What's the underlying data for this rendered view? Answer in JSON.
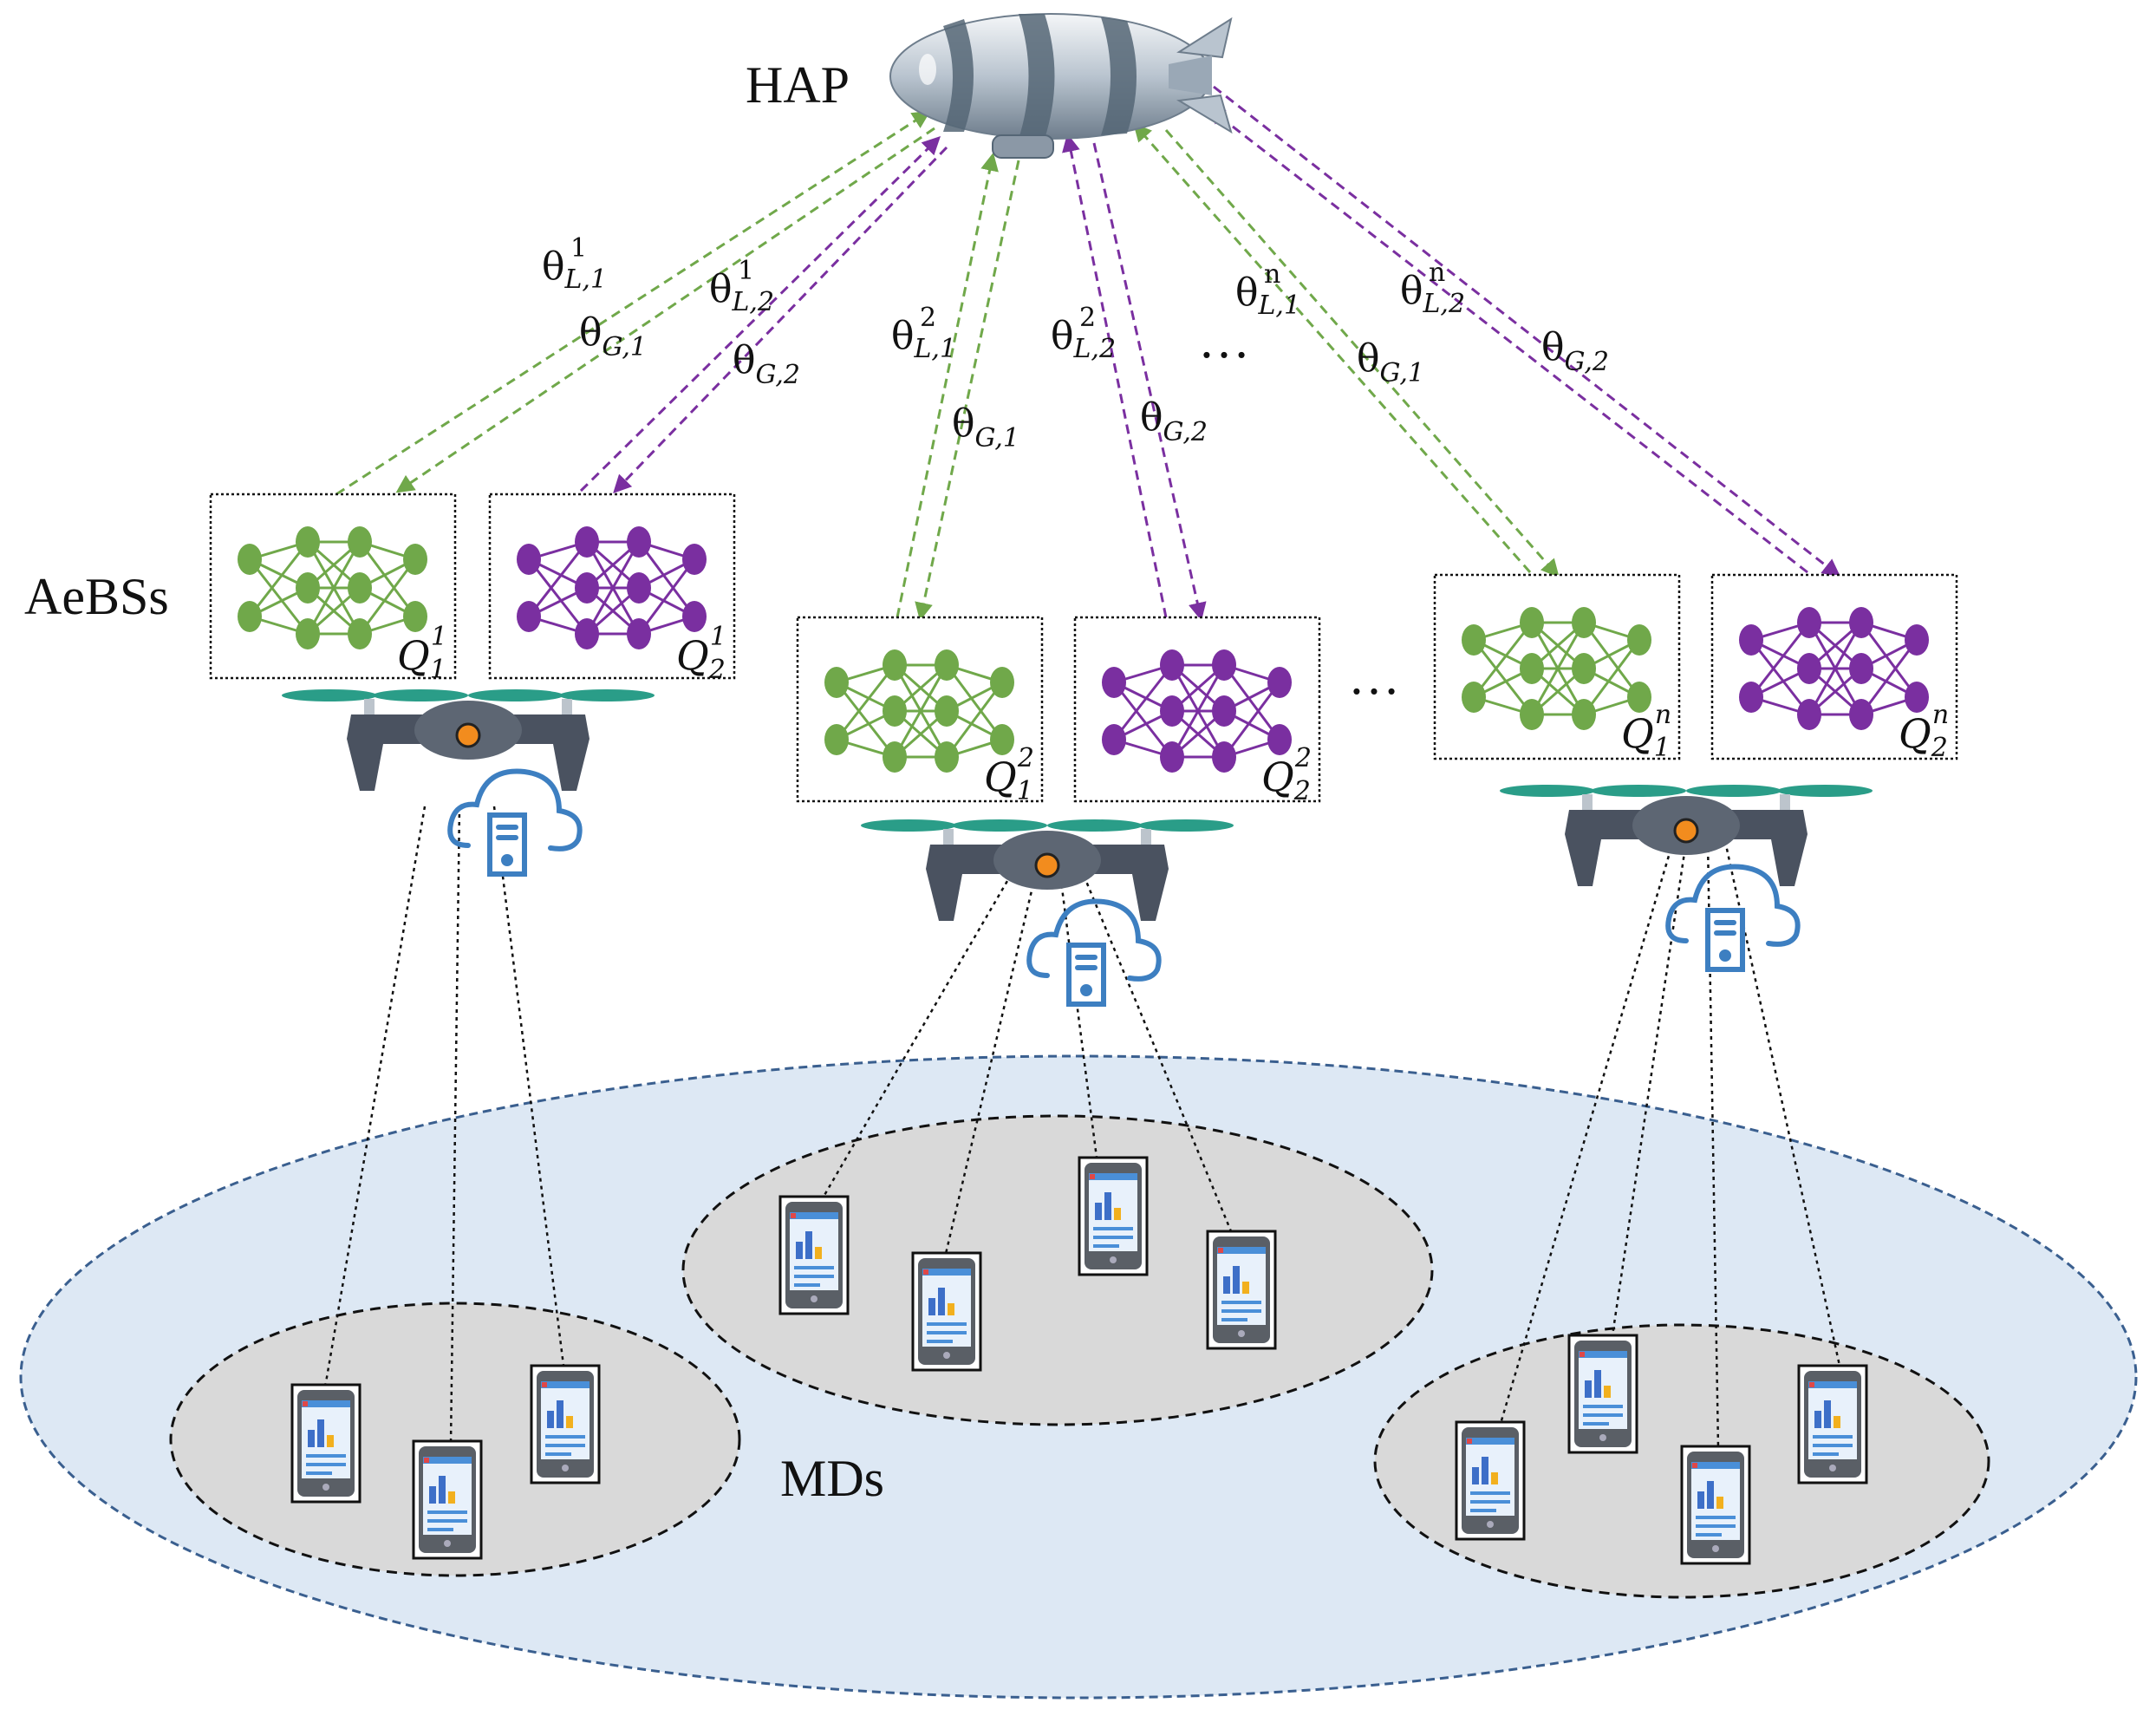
{
  "labels": {
    "hap": "HAP",
    "aebss": "AeBSs",
    "mds": "MDs",
    "ellipsis": "…"
  },
  "links": [
    {
      "theta": "θ",
      "sub": "L,1",
      "sup": "1"
    },
    {
      "theta": "θ",
      "sub": "G,1",
      "sup": ""
    },
    {
      "theta": "θ",
      "sub": "L,2",
      "sup": "1"
    },
    {
      "theta": "θ",
      "sub": "G,2",
      "sup": ""
    },
    {
      "theta": "θ",
      "sub": "L,1",
      "sup": "2"
    },
    {
      "theta": "θ",
      "sub": "G,1",
      "sup": ""
    },
    {
      "theta": "θ",
      "sub": "L,2",
      "sup": "2"
    },
    {
      "theta": "θ",
      "sub": "G,2",
      "sup": ""
    },
    {
      "theta": "θ",
      "sub": "L,1",
      "sup": "n"
    },
    {
      "theta": "θ",
      "sub": "G,1",
      "sup": ""
    },
    {
      "theta": "θ",
      "sub": "L,2",
      "sup": "n"
    },
    {
      "theta": "θ",
      "sub": "G,2",
      "sup": ""
    }
  ],
  "networks": [
    {
      "q": "Q",
      "sub": "1",
      "sup": "1"
    },
    {
      "q": "Q",
      "sub": "2",
      "sup": "1"
    },
    {
      "q": "Q",
      "sub": "1",
      "sup": "2"
    },
    {
      "q": "Q",
      "sub": "2",
      "sup": "2"
    },
    {
      "q": "Q",
      "sub": "1",
      "sup": "n"
    },
    {
      "q": "Q",
      "sub": "2",
      "sup": "n"
    }
  ],
  "colors": {
    "green": "#70a84a",
    "purple": "#7a2fa0",
    "ellipse_fill": "#dde8f4",
    "ellipse_stroke": "#3a5f8f",
    "cluster_fill": "#d9d9d9",
    "drone_body": "#4a5260",
    "rotor": "#2a9d88",
    "cloud": "#3d7fc1"
  }
}
